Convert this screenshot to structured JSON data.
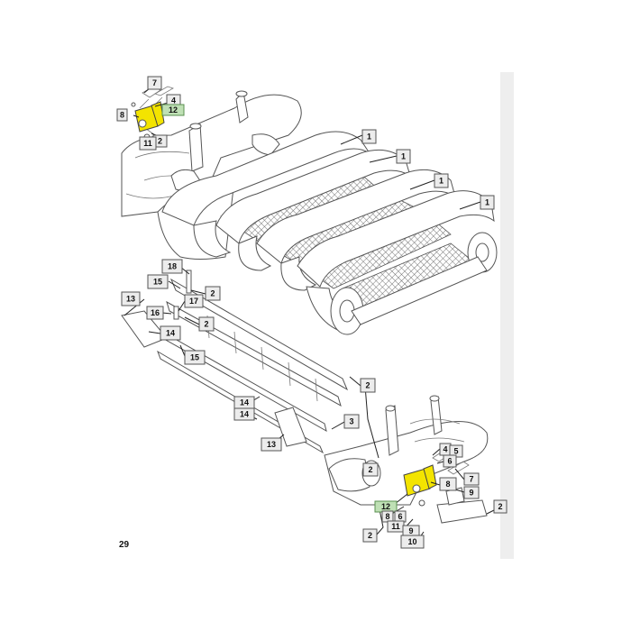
{
  "figure_number": "29",
  "callouts": [
    {
      "id": "c7a",
      "label": "7",
      "hl": false
    },
    {
      "id": "c4a",
      "label": "4",
      "hl": false
    },
    {
      "id": "c12a",
      "label": "12",
      "hl": true
    },
    {
      "id": "c8a",
      "label": "8",
      "hl": false
    },
    {
      "id": "c2a",
      "label": "2",
      "hl": false
    },
    {
      "id": "c11a",
      "label": "11",
      "hl": false
    },
    {
      "id": "c1a",
      "label": "1",
      "hl": false
    },
    {
      "id": "c1b",
      "label": "1",
      "hl": false
    },
    {
      "id": "c1c",
      "label": "1",
      "hl": false
    },
    {
      "id": "c1d",
      "label": "1",
      "hl": false
    },
    {
      "id": "c18",
      "label": "18",
      "hl": false
    },
    {
      "id": "c15a",
      "label": "15",
      "hl": false
    },
    {
      "id": "c2b",
      "label": "2",
      "hl": false
    },
    {
      "id": "c13a",
      "label": "13",
      "hl": false
    },
    {
      "id": "c17",
      "label": "17",
      "hl": false
    },
    {
      "id": "c16",
      "label": "16",
      "hl": false
    },
    {
      "id": "c2c",
      "label": "2",
      "hl": false
    },
    {
      "id": "c14a",
      "label": "14",
      "hl": false
    },
    {
      "id": "c15b",
      "label": "15",
      "hl": false
    },
    {
      "id": "c2d",
      "label": "2",
      "hl": false
    },
    {
      "id": "c14b",
      "label": "14",
      "hl": false
    },
    {
      "id": "c14c",
      "label": "14",
      "hl": false
    },
    {
      "id": "c3",
      "label": "3",
      "hl": false
    },
    {
      "id": "c13b",
      "label": "13",
      "hl": false
    },
    {
      "id": "c4b",
      "label": "4",
      "hl": false
    },
    {
      "id": "c5",
      "label": "5",
      "hl": false
    },
    {
      "id": "c6a",
      "label": "6",
      "hl": false
    },
    {
      "id": "c2e",
      "label": "2",
      "hl": false
    },
    {
      "id": "c7b",
      "label": "7",
      "hl": false
    },
    {
      "id": "c9a",
      "label": "9",
      "hl": false
    },
    {
      "id": "c8b",
      "label": "8",
      "hl": false
    },
    {
      "id": "c12b",
      "label": "12",
      "hl": true
    },
    {
      "id": "c8c",
      "label": "8",
      "hl": false
    },
    {
      "id": "c6b",
      "label": "6",
      "hl": false
    },
    {
      "id": "c11b",
      "label": "11",
      "hl": false
    },
    {
      "id": "c9b",
      "label": "9",
      "hl": false
    },
    {
      "id": "c2f",
      "label": "2",
      "hl": false
    },
    {
      "id": "c10",
      "label": "10",
      "hl": false
    },
    {
      "id": "c2g",
      "label": "2",
      "hl": false
    }
  ],
  "colors": {
    "highlight_part": "#f3e400",
    "highlight_callout": "#bfe0b5",
    "callout_box": "#ececec",
    "side_strip": "#eeeeee"
  }
}
